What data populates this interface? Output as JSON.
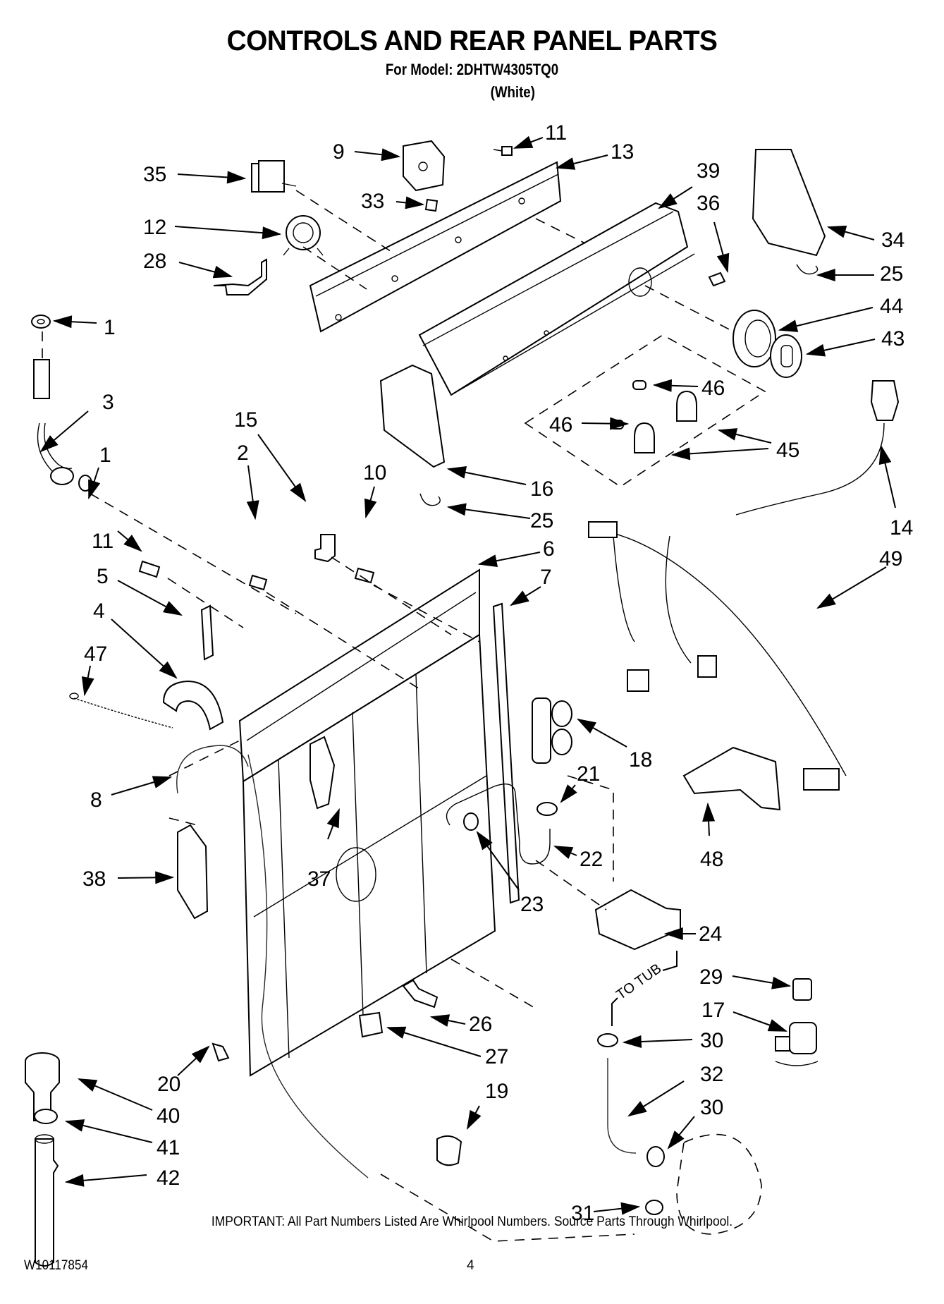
{
  "header": {
    "title": "CONTROLS AND REAR PANEL PARTS",
    "model_line": "For Model: 2DHTW4305TQ0",
    "color_line": "(White)"
  },
  "diagram": {
    "annotation_to_tub": "TO TUB",
    "callouts": [
      {
        "id": "c9",
        "label": "9"
      },
      {
        "id": "c11a",
        "label": "11"
      },
      {
        "id": "c13",
        "label": "13"
      },
      {
        "id": "c35",
        "label": "35"
      },
      {
        "id": "c39",
        "label": "39"
      },
      {
        "id": "c33",
        "label": "33"
      },
      {
        "id": "c36",
        "label": "36"
      },
      {
        "id": "c34",
        "label": "34"
      },
      {
        "id": "c12",
        "label": "12"
      },
      {
        "id": "c28",
        "label": "28"
      },
      {
        "id": "c25a",
        "label": "25"
      },
      {
        "id": "c1a",
        "label": "1"
      },
      {
        "id": "c44",
        "label": "44"
      },
      {
        "id": "c43",
        "label": "43"
      },
      {
        "id": "c3",
        "label": "3"
      },
      {
        "id": "c46a",
        "label": "46"
      },
      {
        "id": "c46b",
        "label": "46"
      },
      {
        "id": "c45",
        "label": "45"
      },
      {
        "id": "c15",
        "label": "15"
      },
      {
        "id": "c1b",
        "label": "1"
      },
      {
        "id": "c2",
        "label": "2"
      },
      {
        "id": "c10",
        "label": "10"
      },
      {
        "id": "c16",
        "label": "16"
      },
      {
        "id": "c25b",
        "label": "25"
      },
      {
        "id": "c14",
        "label": "14"
      },
      {
        "id": "c11b",
        "label": "11"
      },
      {
        "id": "c6",
        "label": "6"
      },
      {
        "id": "c49",
        "label": "49"
      },
      {
        "id": "c5",
        "label": "5"
      },
      {
        "id": "c7",
        "label": "7"
      },
      {
        "id": "c4",
        "label": "4"
      },
      {
        "id": "c47",
        "label": "47"
      },
      {
        "id": "c18",
        "label": "18"
      },
      {
        "id": "c8",
        "label": "8"
      },
      {
        "id": "c21",
        "label": "21"
      },
      {
        "id": "c22",
        "label": "22"
      },
      {
        "id": "c48",
        "label": "48"
      },
      {
        "id": "c38",
        "label": "38"
      },
      {
        "id": "c37",
        "label": "37"
      },
      {
        "id": "c23",
        "label": "23"
      },
      {
        "id": "c24",
        "label": "24"
      },
      {
        "id": "c29",
        "label": "29"
      },
      {
        "id": "c26",
        "label": "26"
      },
      {
        "id": "c17",
        "label": "17"
      },
      {
        "id": "c30a",
        "label": "30"
      },
      {
        "id": "c27",
        "label": "27"
      },
      {
        "id": "c20",
        "label": "20"
      },
      {
        "id": "c32",
        "label": "32"
      },
      {
        "id": "c19",
        "label": "19"
      },
      {
        "id": "c40",
        "label": "40"
      },
      {
        "id": "c30b",
        "label": "30"
      },
      {
        "id": "c41",
        "label": "41"
      },
      {
        "id": "c42",
        "label": "42"
      },
      {
        "id": "c31",
        "label": "31"
      }
    ]
  },
  "footer": {
    "important_note": "IMPORTANT: All Part Numbers Listed Are Whirlpool Numbers. Source Parts Through Whirlpool.",
    "document_number": "W10117854",
    "page_number": "4"
  }
}
